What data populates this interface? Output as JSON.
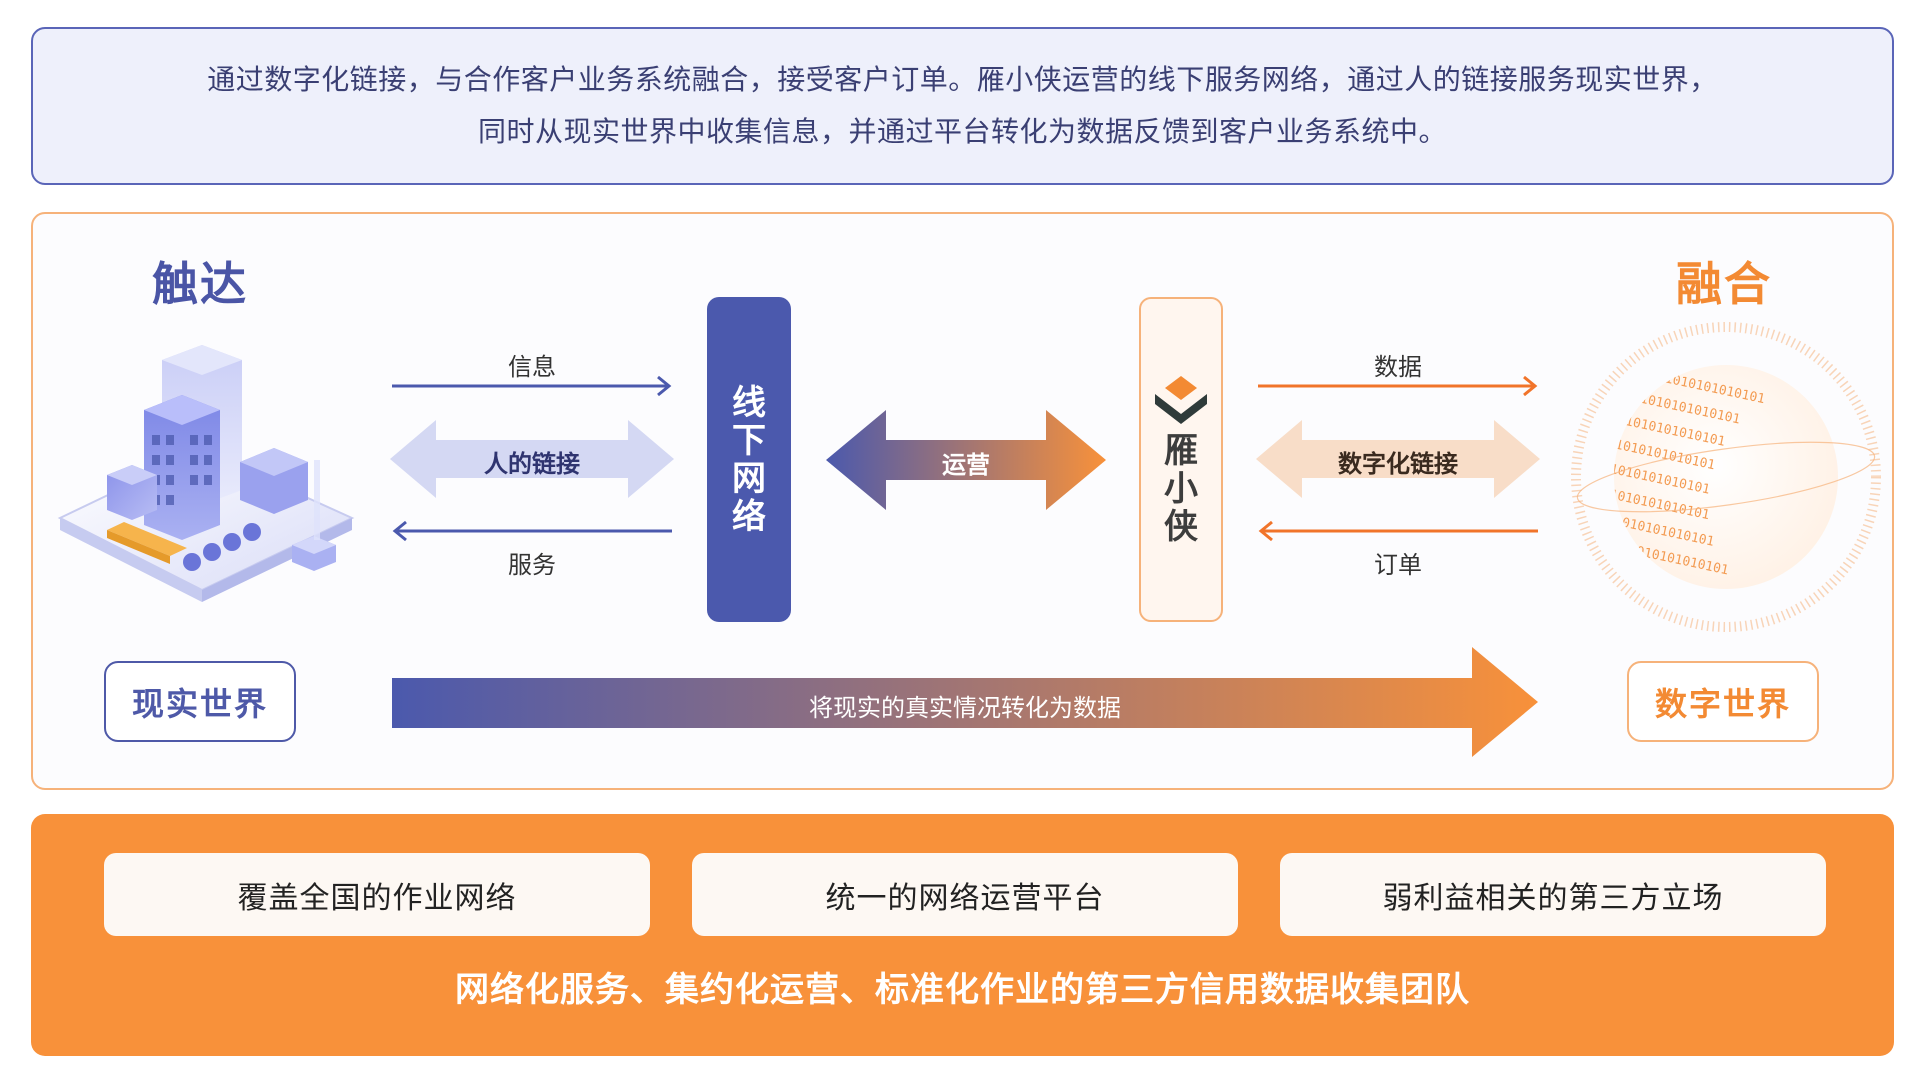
{
  "intro": {
    "line1": "通过数字化链接，与合作客户业务系统融合，接受客户订单。雁小侠运营的线下服务网络，通过人的链接服务现实世界，",
    "line2": "同时从现实世界中收集信息，并通过平台转化为数据反馈到客户业务系统中。"
  },
  "left": {
    "heading": "触达",
    "box": "现实世界",
    "icon": "city-buildings-icon"
  },
  "right": {
    "heading": "融合",
    "box": "数字世界",
    "icon": "binary-globe-icon",
    "globe_binary": "1010101010101"
  },
  "network_bar": {
    "chars": [
      "线",
      "下",
      "网",
      "络"
    ]
  },
  "yxx_bar": {
    "chars": [
      "雁",
      "小",
      "侠"
    ],
    "logo": "yanxiaoxia-logo-icon"
  },
  "left_flows": {
    "info": "信息",
    "human_link": "人的链接",
    "service": "服务"
  },
  "center_flow": {
    "ops": "运营"
  },
  "right_flows": {
    "data": "数据",
    "digital_link": "数字化链接",
    "order": "订单"
  },
  "big_arrow": {
    "text": "将现实的真实情况转化为数据"
  },
  "features": [
    "覆盖全国的作业网络",
    "统一的网络运营平台",
    "弱利益相关的第三方立场"
  ],
  "summary": "网络化服务、集约化运营、标准化作业的第三方信用数据收集团队",
  "colors": {
    "blue": "#4b59ad",
    "orange": "#f8913a",
    "light_blue": "#eef0fb",
    "light_orange": "#fdf8f3"
  }
}
